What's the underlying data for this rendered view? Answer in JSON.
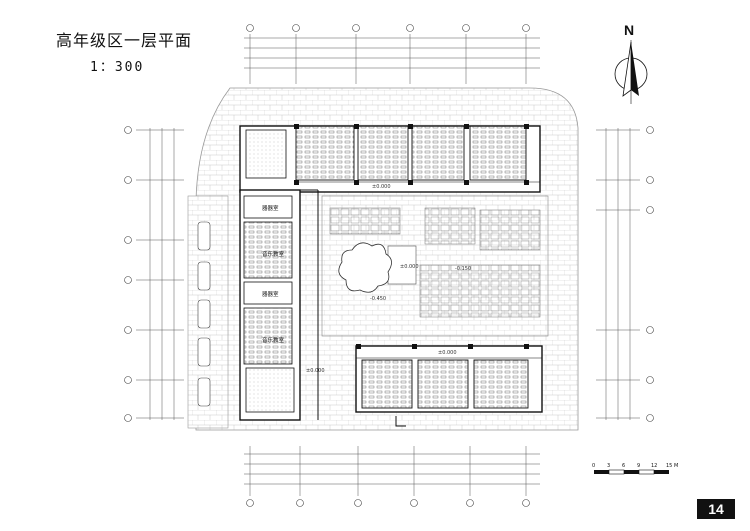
{
  "sheet": {
    "title": "高年级区一层平面",
    "scale": "1：300",
    "page_number": "14",
    "north_label": "N"
  },
  "rooms": {
    "instrument_room_1": "器器室",
    "music_class_1": "音乐教室",
    "instrument_room_2": "器器室",
    "music_class_2": "音乐教室"
  },
  "elevations": {
    "north_corridor": "±0.000",
    "plaza_left": "±0.000",
    "plaza_right": "-0.150",
    "plaza_lower": "-0.450",
    "south_corridor": "±0.000",
    "west_corridor": "±0.000"
  },
  "scale_bar": {
    "ticks": [
      "0",
      "3",
      "6",
      "9",
      "12",
      "15 M"
    ]
  }
}
